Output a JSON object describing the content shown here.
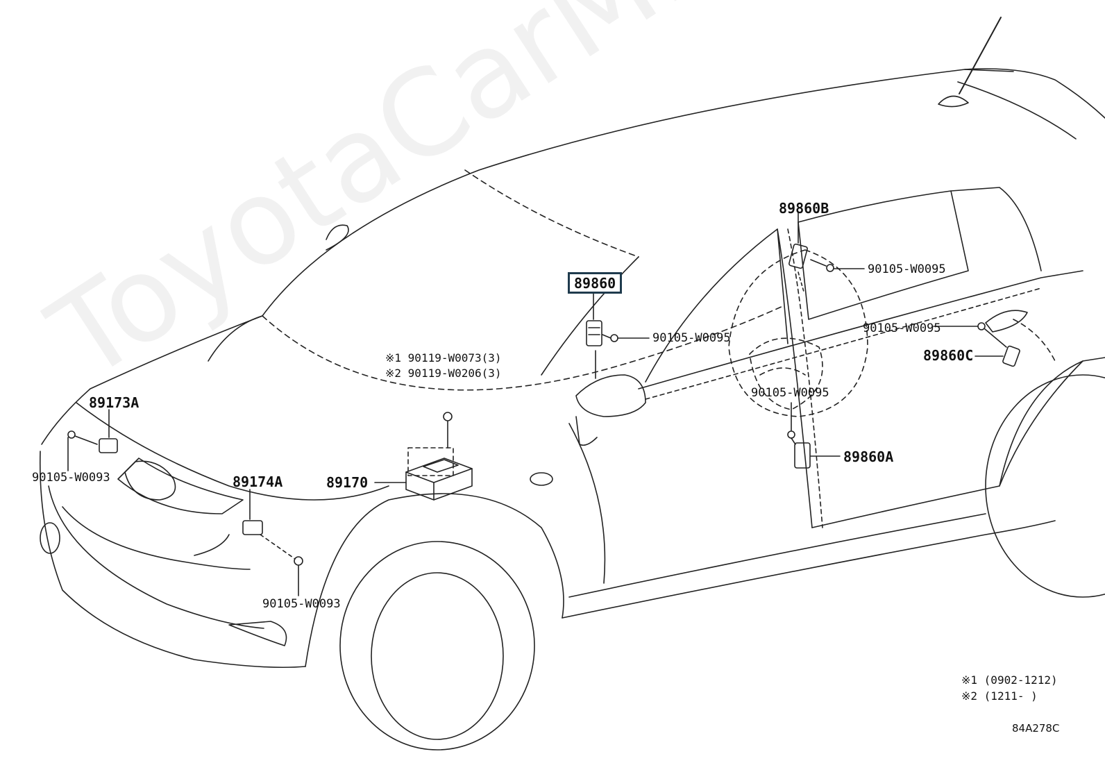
{
  "watermark": "ToyotaCarMine.ru",
  "labels": {
    "p89860": "89860",
    "p89860B": "89860B",
    "p89860C": "89860C",
    "p89860A": "89860A",
    "p89173A": "89173A",
    "p89174A": "89174A",
    "p89170": "89170",
    "b_w0095_mirror": "90105-W0095",
    "b_w0095_b": "90105-W0095",
    "b_w0095_c": "90105-W0095",
    "b_w0095_a": "90105-W0095",
    "b_w0093_front": "90105-W0093",
    "b_w0093_lower": "90105-W0093",
    "note1": "※1 90119-W0073(3)",
    "note2": "※2 90119-W0206(3)"
  },
  "legend": {
    "line1": "※1 (0902-1212)",
    "line2": "※2 (1211-      )"
  },
  "diagram_code": "84A278C",
  "colors": {
    "line": "#222222",
    "highlight_box": "#1f3b4d",
    "watermark": "#000000"
  }
}
